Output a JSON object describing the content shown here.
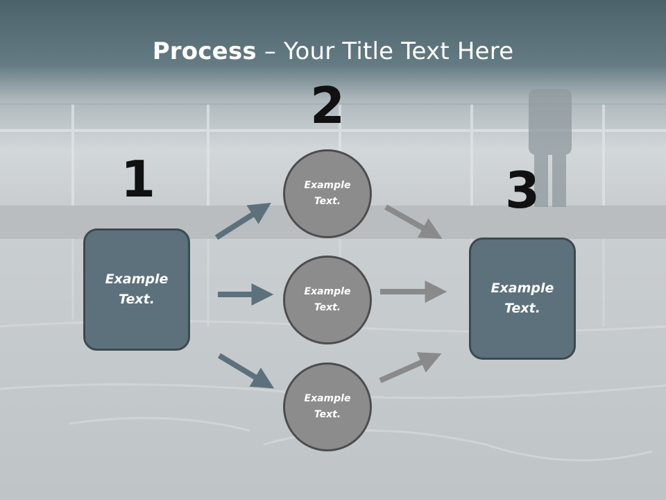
{
  "title": {
    "bold": "Process",
    "rest": " – Your Title Text Here"
  },
  "steps": [
    {
      "number": "1",
      "text": "Example\nText."
    },
    {
      "number": "2"
    },
    {
      "number": "3",
      "text": "Example\nText."
    }
  ],
  "circles": [
    {
      "text": "Example\nText."
    },
    {
      "text": "Example\nText."
    },
    {
      "text": "Example\nText."
    }
  ],
  "colors": {
    "box_fill": "#5c717b",
    "circle_fill": "#8c8c8c",
    "left_arrow": "#5c717b",
    "right_arrow": "#8a8a8a"
  }
}
